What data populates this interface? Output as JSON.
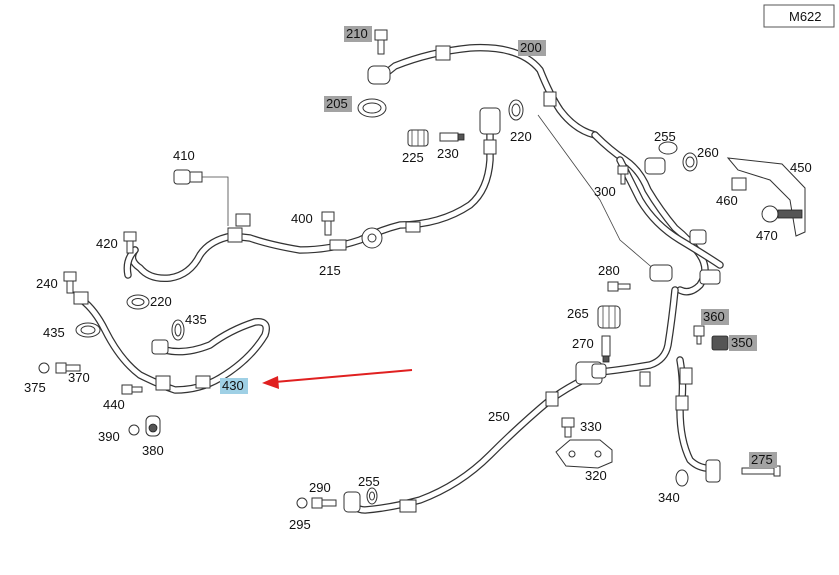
{
  "model_code": "M622",
  "highlight_colors": {
    "gray_label": "#a3a3a3",
    "blue_label": "#9fd0e5",
    "arrow": "#e02020"
  },
  "callouts": [
    {
      "id": "210",
      "style": "gray"
    },
    {
      "id": "200",
      "style": "gray"
    },
    {
      "id": "205",
      "style": "gray"
    },
    {
      "id": "225",
      "style": "plain"
    },
    {
      "id": "230",
      "style": "plain"
    },
    {
      "id": "220",
      "style": "plain"
    },
    {
      "id": "255",
      "style": "plain"
    },
    {
      "id": "260",
      "style": "plain"
    },
    {
      "id": "450",
      "style": "plain"
    },
    {
      "id": "300",
      "style": "plain"
    },
    {
      "id": "460",
      "style": "plain"
    },
    {
      "id": "470",
      "style": "plain"
    },
    {
      "id": "410",
      "style": "plain"
    },
    {
      "id": "400",
      "style": "plain"
    },
    {
      "id": "420",
      "style": "plain"
    },
    {
      "id": "215",
      "style": "plain"
    },
    {
      "id": "240",
      "style": "plain"
    },
    {
      "id": "220",
      "style": "plain"
    },
    {
      "id": "435",
      "style": "plain"
    },
    {
      "id": "435",
      "style": "plain"
    },
    {
      "id": "375",
      "style": "plain"
    },
    {
      "id": "370",
      "style": "plain"
    },
    {
      "id": "430",
      "style": "blue"
    },
    {
      "id": "440",
      "style": "plain"
    },
    {
      "id": "390",
      "style": "plain"
    },
    {
      "id": "380",
      "style": "plain"
    },
    {
      "id": "280",
      "style": "plain"
    },
    {
      "id": "265",
      "style": "plain"
    },
    {
      "id": "360",
      "style": "gray"
    },
    {
      "id": "350",
      "style": "gray"
    },
    {
      "id": "270",
      "style": "plain"
    },
    {
      "id": "250",
      "style": "plain"
    },
    {
      "id": "330",
      "style": "plain"
    },
    {
      "id": "320",
      "style": "plain"
    },
    {
      "id": "275",
      "style": "gray"
    },
    {
      "id": "290",
      "style": "plain"
    },
    {
      "id": "255",
      "style": "plain"
    },
    {
      "id": "295",
      "style": "plain"
    },
    {
      "id": "340",
      "style": "plain"
    }
  ]
}
